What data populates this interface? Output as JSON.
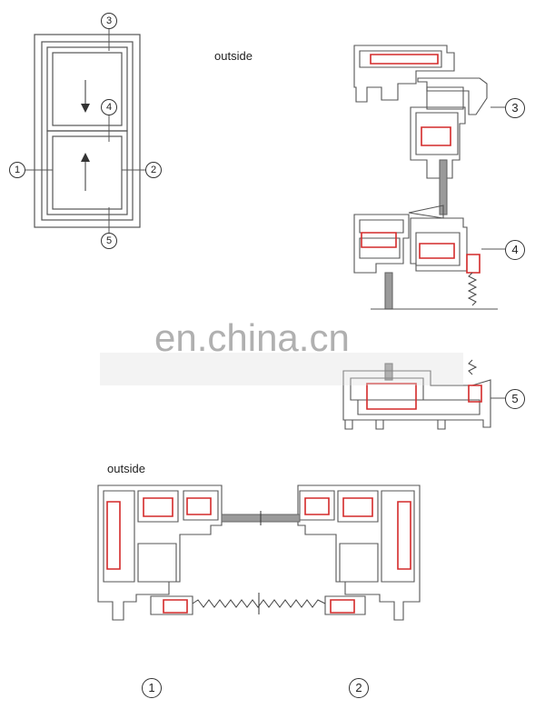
{
  "labels": {
    "outside_top": "outside",
    "outside_bottom": "outside"
  },
  "callouts": {
    "c1": "1",
    "c2": "2",
    "c3": "3",
    "c4": "4",
    "c5": "5"
  },
  "watermark": "en.china.cn",
  "colors": {
    "line": "#555555",
    "seal": "#d42a2a",
    "glass": "#9a9a9a",
    "watermark": "#d9d9d9"
  }
}
